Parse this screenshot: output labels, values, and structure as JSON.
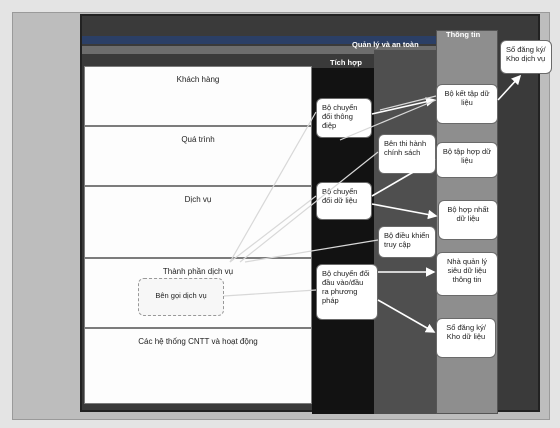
{
  "columns": {
    "info": "Thông tin",
    "management": "Quản lý và an toàn",
    "integration": "Tích hợp"
  },
  "layers": [
    "Khách hàng",
    "Quá trình",
    "Dịch vụ",
    "Thành phần dịch vụ",
    "Các hệ thống CNTT và hoạt động"
  ],
  "service_caller": "Bên gọi dịch vụ",
  "integration_boxes": [
    "Bộ chuyển đổi thông điệp",
    "Bộ chuyển đổi dữ liệu",
    "Bộ chuyển đổi đầu vào/đầu ra phương pháp"
  ],
  "management_boxes": [
    "Bên thi hành chính sách",
    "Bộ điều khiển truy cập"
  ],
  "info_boxes": [
    "Bộ kết tập dữ liệu",
    "Bộ tập hợp dữ liệu",
    "Bộ hợp nhất dữ liệu",
    "Nhà quản lý siêu dữ liệu thông tin",
    "Sổ đăng ký/ Kho dữ liệu"
  ],
  "registry_top": "Sổ đăng ký/ Kho dịch vụ"
}
